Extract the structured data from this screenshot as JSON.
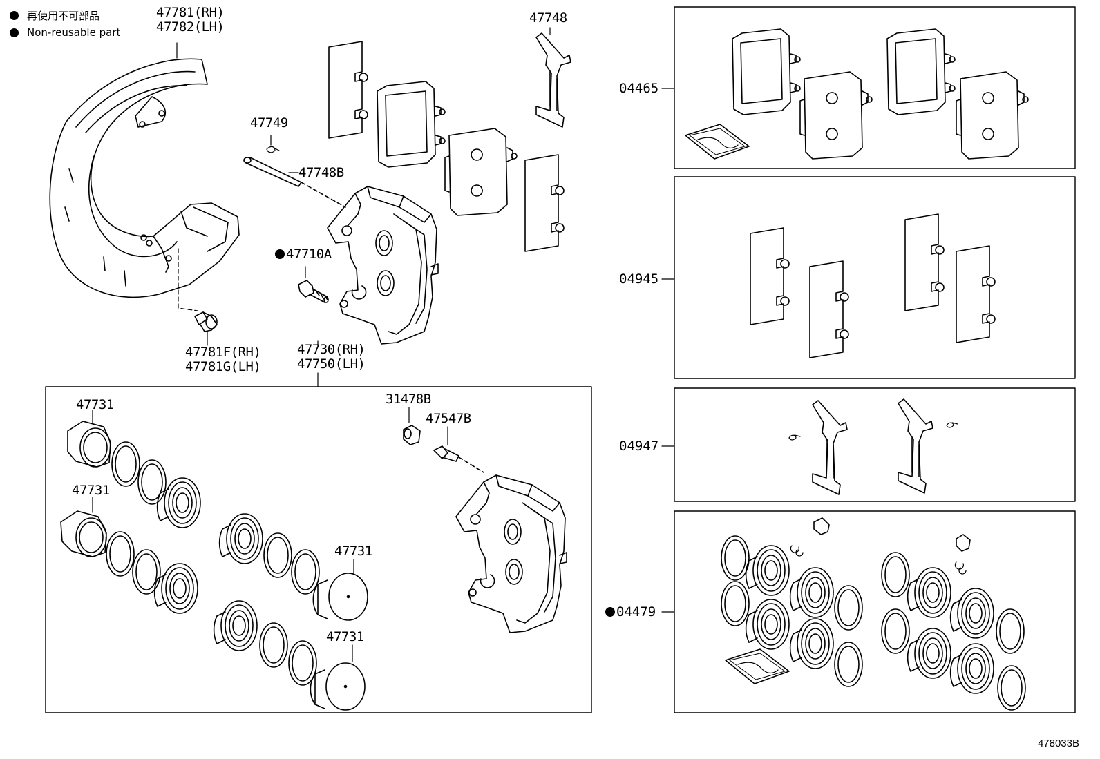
{
  "legend": {
    "jp": "再使用不可部品",
    "en": "Non-reusable part"
  },
  "labels": {
    "dust_cover": [
      "47781(RH)",
      "47782(LH)"
    ],
    "pad_support": "47748",
    "clip": "47749",
    "pin": "47748B",
    "mount_bolt": "47710A",
    "cover_bolt": [
      "47781F(RH)",
      "47781G(LH)"
    ],
    "caliper_assy": [
      "47730(RH)",
      "47750(LH)"
    ],
    "piston_1": "47731",
    "piston_2": "47731",
    "piston_3": "47731",
    "piston_4": "47731",
    "bleeder_cap": "31478B",
    "bleeder_plug": "47547B"
  },
  "kits": {
    "pad_kit": "04465",
    "anti_squeal_kit": "04945",
    "fitting_kit": "04947",
    "cylinder_kit": "04479"
  },
  "diagram_code": "478033B"
}
